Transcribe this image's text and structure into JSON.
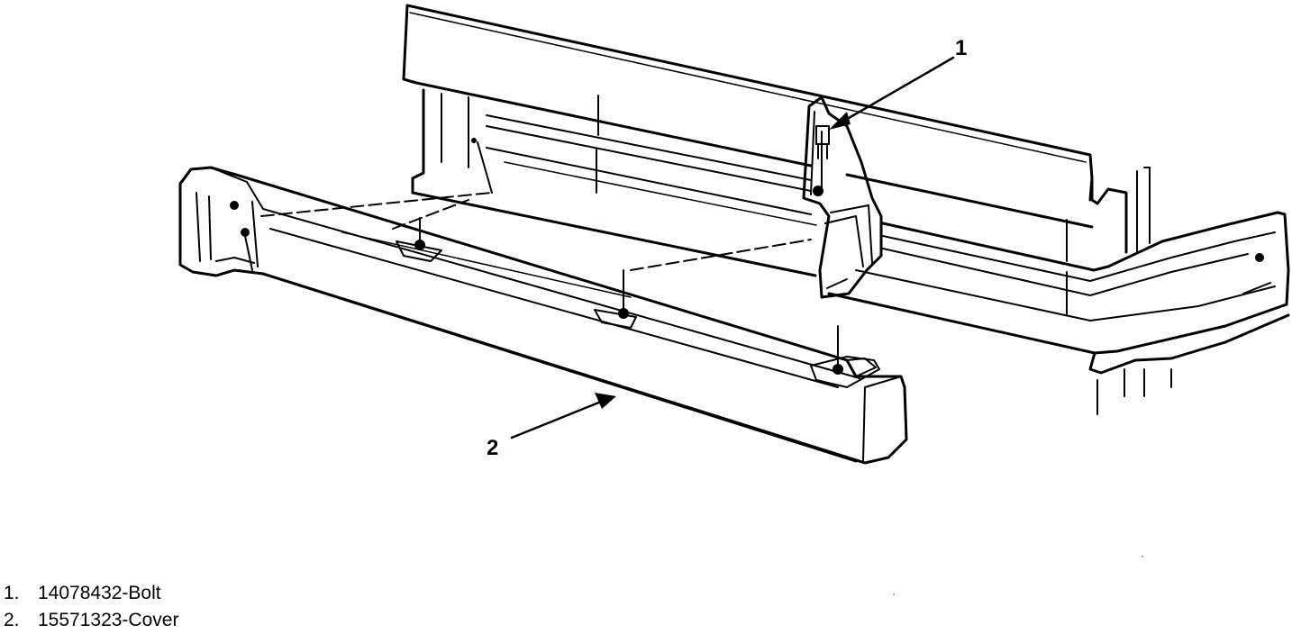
{
  "callouts": [
    {
      "number": "1"
    },
    {
      "number": "2"
    }
  ],
  "legend": [
    {
      "number": "1.",
      "text": "14078432-Bolt"
    },
    {
      "number": "2.",
      "text": "15571323-Cover"
    }
  ]
}
